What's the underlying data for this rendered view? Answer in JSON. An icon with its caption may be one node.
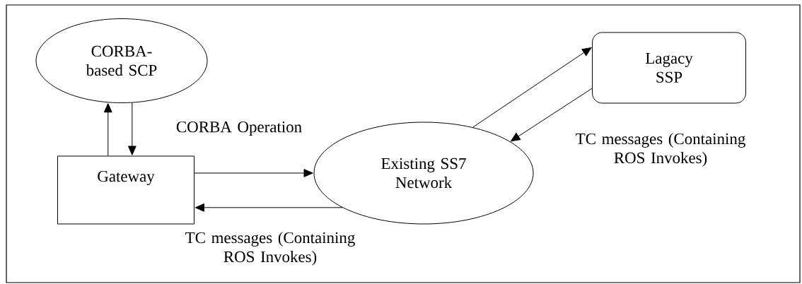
{
  "diagram": {
    "nodes": [
      {
        "text": [
          "CORBA-based SCP"
        ]
      },
      {
        "text": [
          "Gateway"
        ]
      },
      {
        "text": [
          "Existing SS7 Network"
        ]
      },
      {
        "text": [
          "Lagacy SSP"
        ]
      }
    ],
    "edges": [
      {
        "from": 1,
        "to": 0,
        "arrow": "to"
      },
      {
        "from": 0,
        "to": 1,
        "arrow": "to"
      },
      {
        "from": 1,
        "to": 2,
        "arrow": "to"
      },
      {
        "from": 2,
        "to": 1,
        "arrow": "to"
      },
      {
        "from": 2,
        "to": 3,
        "arrow": "to"
      },
      {
        "from": 3,
        "to": 2,
        "arrow": "to"
      }
    ],
    "labels": [
      "CORBA Operation",
      "TC messages (Containing ROS Invokes)",
      "TC messages (Containing ROS Invokes)"
    ]
  }
}
